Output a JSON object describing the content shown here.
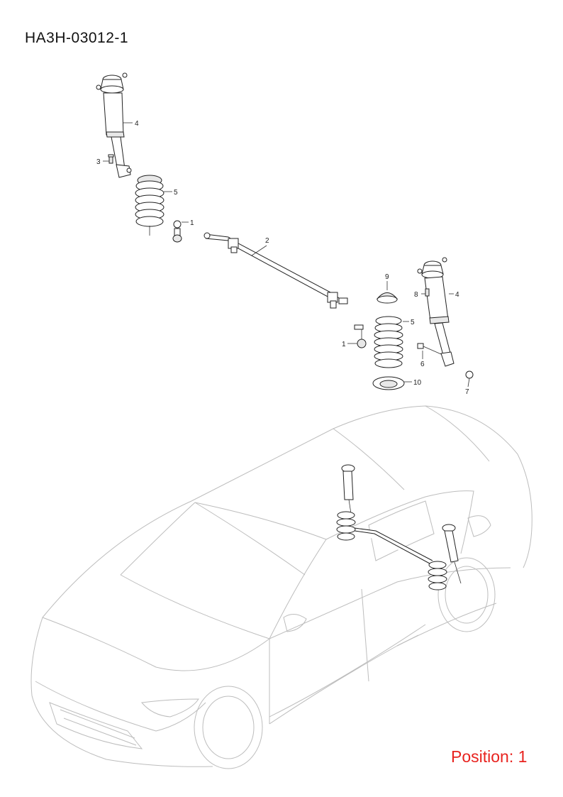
{
  "header": {
    "diagram_code": "HA3H-03012-1"
  },
  "footer": {
    "position_text": "Position: 1"
  },
  "callouts": {
    "c1a": "1",
    "c1b": "1",
    "c2": "2",
    "c3": "3",
    "c4a": "4",
    "c4b": "4",
    "c5a": "5",
    "c5b": "5",
    "c6": "6",
    "c7": "7",
    "c8": "8",
    "c9": "9",
    "c10": "10"
  }
}
